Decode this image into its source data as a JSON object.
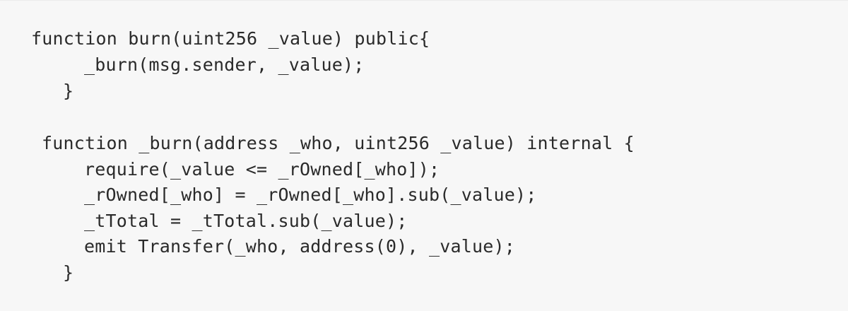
{
  "code": {
    "language": "solidity",
    "background_color": "#f7f7f7",
    "text_color": "#2a2a2a",
    "lines": [
      "function burn(uint256 _value) public{",
      "_burn(msg.sender, _value);",
      "}",
      "function _burn(address _who, uint256 _value) internal {",
      "require(_value <= _rOwned[_who]);",
      "_rOwned[_who] = _rOwned[_who].sub(_value);",
      "_tTotal = _tTotal.sub(_value);",
      "emit Transfer(_who, address(0), _value);",
      "}"
    ]
  }
}
